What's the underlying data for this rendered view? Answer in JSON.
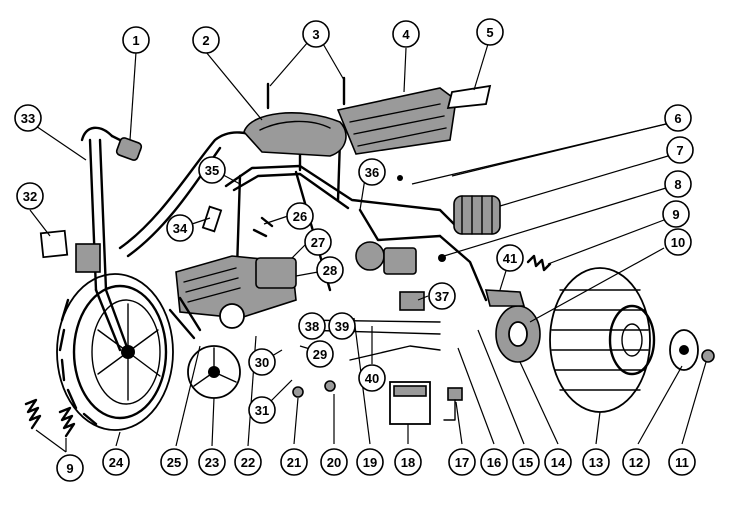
{
  "callouts": [
    {
      "id": "c1",
      "label": "1"
    },
    {
      "id": "c2",
      "label": "2"
    },
    {
      "id": "c3",
      "label": "3"
    },
    {
      "id": "c4",
      "label": "4"
    },
    {
      "id": "c5",
      "label": "5"
    },
    {
      "id": "c6",
      "label": "6"
    },
    {
      "id": "c7",
      "label": "7"
    },
    {
      "id": "c8",
      "label": "8"
    },
    {
      "id": "c9a",
      "label": "9"
    },
    {
      "id": "c9b",
      "label": "9"
    },
    {
      "id": "c10",
      "label": "10"
    },
    {
      "id": "c11",
      "label": "11"
    },
    {
      "id": "c12",
      "label": "12"
    },
    {
      "id": "c13",
      "label": "13"
    },
    {
      "id": "c14",
      "label": "14"
    },
    {
      "id": "c15",
      "label": "15"
    },
    {
      "id": "c16",
      "label": "16"
    },
    {
      "id": "c17",
      "label": "17"
    },
    {
      "id": "c18",
      "label": "18"
    },
    {
      "id": "c19",
      "label": "19"
    },
    {
      "id": "c20",
      "label": "20"
    },
    {
      "id": "c21",
      "label": "21"
    },
    {
      "id": "c22",
      "label": "22"
    },
    {
      "id": "c23",
      "label": "23"
    },
    {
      "id": "c24",
      "label": "24"
    },
    {
      "id": "c25",
      "label": "25"
    },
    {
      "id": "c26",
      "label": "26"
    },
    {
      "id": "c27",
      "label": "27"
    },
    {
      "id": "c28",
      "label": "28"
    },
    {
      "id": "c29",
      "label": "29"
    },
    {
      "id": "c30",
      "label": "30"
    },
    {
      "id": "c31",
      "label": "31"
    },
    {
      "id": "c32",
      "label": "32"
    },
    {
      "id": "c33",
      "label": "33"
    },
    {
      "id": "c34",
      "label": "34"
    },
    {
      "id": "c35",
      "label": "35"
    },
    {
      "id": "c36",
      "label": "36"
    },
    {
      "id": "c37",
      "label": "37"
    },
    {
      "id": "c38",
      "label": "38"
    },
    {
      "id": "c39",
      "label": "39"
    },
    {
      "id": "c40",
      "label": "40"
    },
    {
      "id": "c41",
      "label": "41"
    }
  ]
}
